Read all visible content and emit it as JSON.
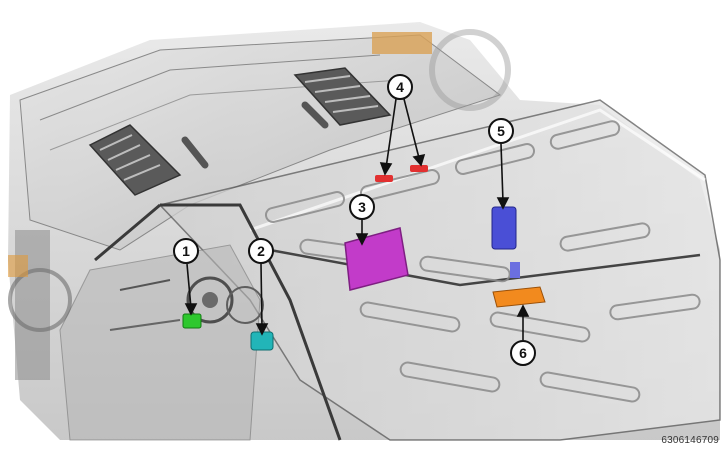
{
  "figure_id": "6306146709",
  "callouts": [
    {
      "label": "1",
      "color": "#2ec82e",
      "icon": "module-green-icon"
    },
    {
      "label": "2",
      "color": "#22b5b8",
      "icon": "module-teal-icon"
    },
    {
      "label": "3",
      "color": "#c23bc9",
      "icon": "module-magenta-icon"
    },
    {
      "label": "4",
      "color": "#e23030",
      "icon": "connector-red-icon"
    },
    {
      "label": "5",
      "color": "#4a4fd6",
      "icon": "module-blue-icon"
    },
    {
      "label": "6",
      "color": "#f28a1e",
      "icon": "module-orange-icon"
    }
  ]
}
